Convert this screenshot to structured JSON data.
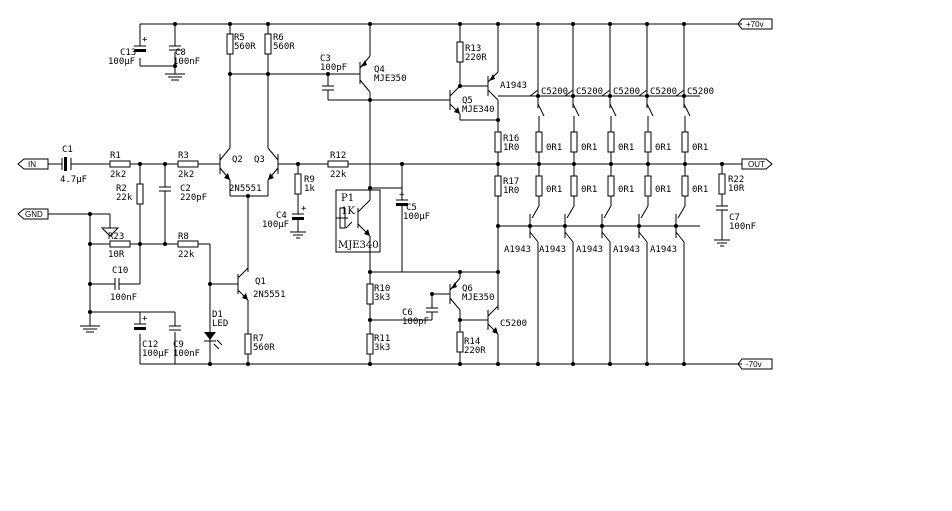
{
  "ports": {
    "in": "IN",
    "gnd": "GND",
    "out": "OUT",
    "vpos": "+70v",
    "vneg": "-70v"
  },
  "parts": {
    "c1": [
      "C1",
      "4.7µF"
    ],
    "r1": [
      "R1",
      "2k2"
    ],
    "r2": [
      "R2",
      "22k"
    ],
    "r3": [
      "R3",
      "2k2"
    ],
    "c2": [
      "C2",
      "220pF"
    ],
    "r23": [
      "R23",
      "10R"
    ],
    "c10": [
      "C10",
      "100nF"
    ],
    "r8": [
      "R8",
      "22k"
    ],
    "c13": [
      "C13",
      "100µF"
    ],
    "c8": [
      "C8",
      "100nF"
    ],
    "c12": [
      "C12",
      "100µF"
    ],
    "c9": [
      "C9",
      "100nF"
    ],
    "r5": [
      "R5",
      "560R"
    ],
    "r6": [
      "R6",
      "560R"
    ],
    "q2": [
      "Q2",
      ""
    ],
    "q3": [
      "Q3",
      ""
    ],
    "q23": [
      "",
      "2N5551"
    ],
    "q1": [
      "Q1",
      "2N5551"
    ],
    "d1": [
      "D1",
      "LED"
    ],
    "r7": [
      "R7",
      "560R"
    ],
    "c3": [
      "C3",
      "100pF"
    ],
    "q4": [
      "Q4",
      "MJE350"
    ],
    "r12": [
      "R12",
      "22k"
    ],
    "r9": [
      "R9",
      "1k"
    ],
    "c4": [
      "C4",
      "100µF"
    ],
    "p1": [
      "P1",
      "1K"
    ],
    "mje340": [
      "",
      "MJE340"
    ],
    "c5": [
      "C5",
      "100µF"
    ],
    "r10": [
      "R10",
      "3k3"
    ],
    "r11": [
      "R11",
      "3k3"
    ],
    "c6": [
      "C6",
      "100pF"
    ],
    "q6": [
      "Q6",
      "MJE350"
    ],
    "r13": [
      "R13",
      "220R"
    ],
    "q5": [
      "Q5",
      "MJE340"
    ],
    "r14": [
      "R14",
      "220R"
    ],
    "r16": [
      "R16",
      "1R0"
    ],
    "r17": [
      "R17",
      "1R0"
    ],
    "r22": [
      "R22",
      "10R"
    ],
    "c7": [
      "C7",
      "100nF"
    ]
  },
  "drv_top": "A1943",
  "drv_bot": "C5200",
  "out_top": [
    "C5200",
    "C5200",
    "C5200",
    "C5200",
    "C5200"
  ],
  "out_bot": [
    "A1943",
    "A1943",
    "A1943",
    "A1943",
    "A1943"
  ],
  "emitter_r": [
    "0R1",
    "0R1",
    "0R1",
    "0R1",
    "0R1",
    "0R1",
    "0R1",
    "0R1",
    "0R1",
    "0R1"
  ]
}
